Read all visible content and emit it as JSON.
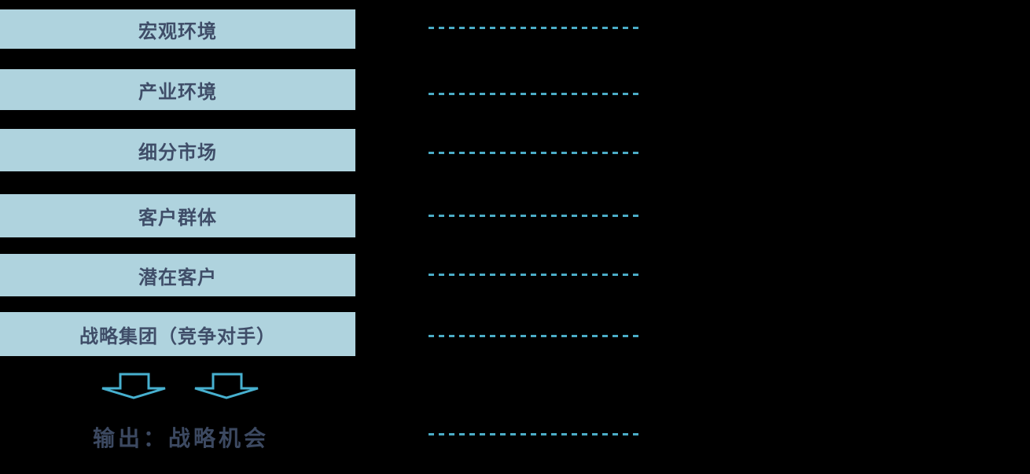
{
  "diagram": {
    "type": "strategy-analysis-levels",
    "levels": [
      {
        "label": "宏观环境"
      },
      {
        "label": "产业环境"
      },
      {
        "label": "细分市场"
      },
      {
        "label": "客户群体"
      },
      {
        "label": "潜在客户"
      },
      {
        "label": "战略集团（竞争对手）"
      }
    ],
    "output": {
      "label": "输出：战略机会"
    },
    "dashed_lines": {
      "count": 7
    },
    "arrows": {
      "count": 2,
      "direction": "down",
      "style": "outline"
    },
    "colors": {
      "background": "#000000",
      "box_fill": "#AFD3DE",
      "box_text": "#3F4D68",
      "dash_line": "#4BACC6",
      "arrow_stroke": "#47B0CF",
      "output_text": "#3C4961"
    }
  }
}
